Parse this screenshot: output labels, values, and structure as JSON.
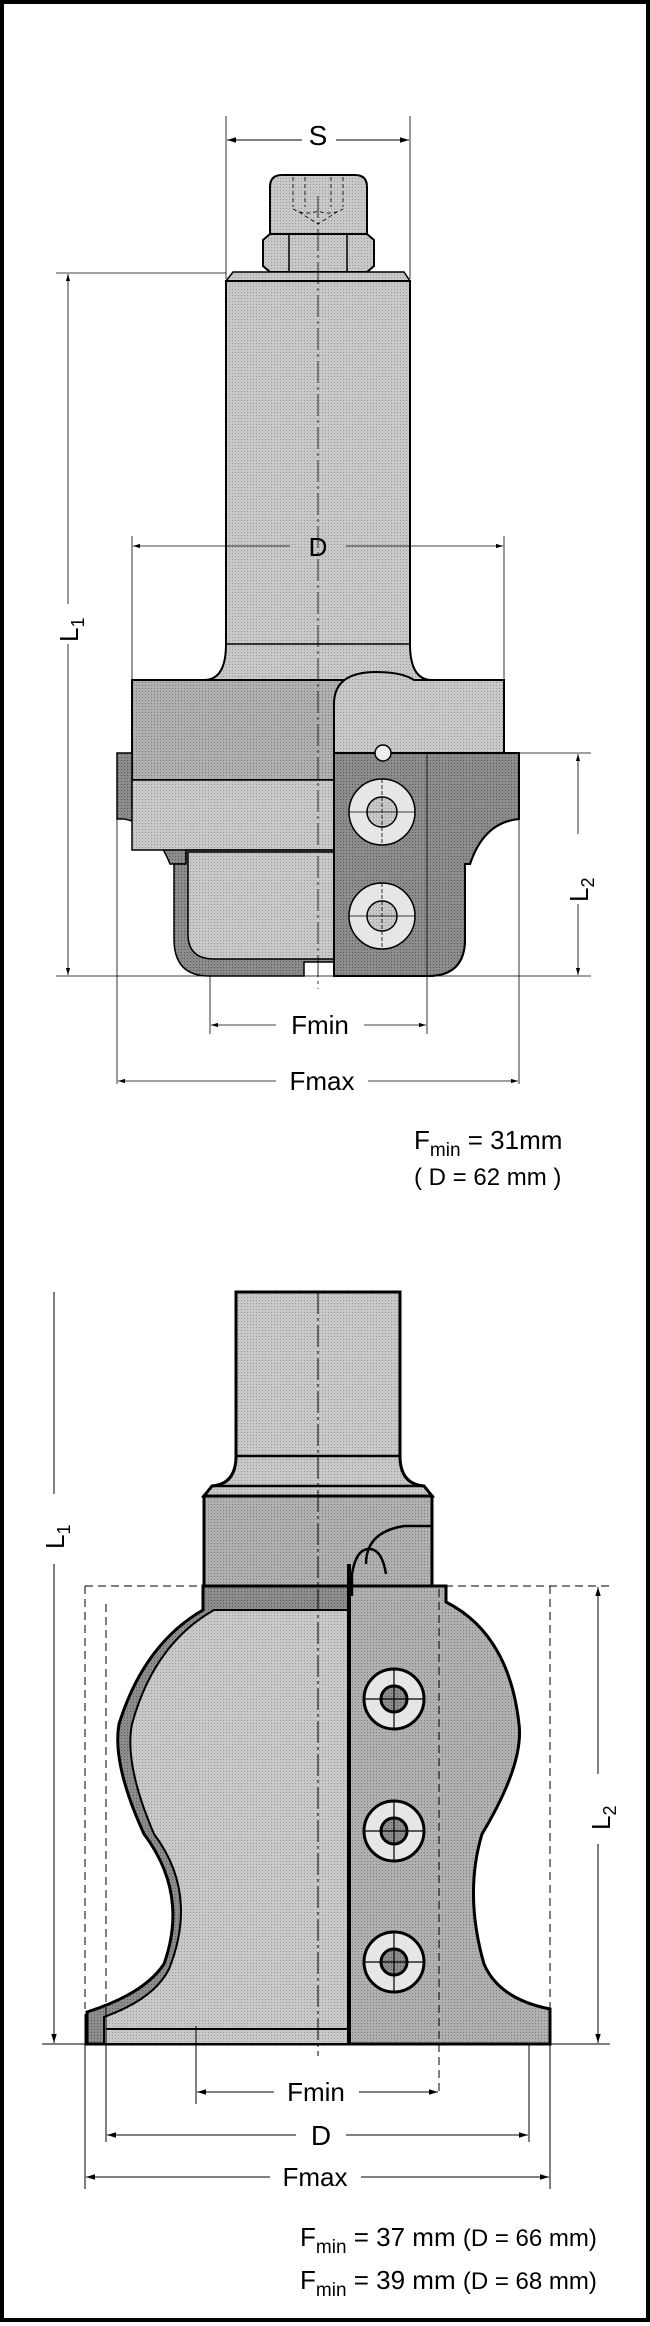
{
  "figure_top": {
    "labels": {
      "shank_diameter": "S",
      "cutting_diameter": "D",
      "total_length": "L",
      "total_length_sub": "1",
      "cutting_length": "L",
      "cutting_length_sub": "2",
      "fmin": "Fmin",
      "fmax": "Fmax"
    },
    "note": {
      "line1_prefix": "F",
      "line1_sub": "min",
      "line1_value": " =  31mm",
      "line2": "( D = 62 mm )"
    }
  },
  "figure_bottom": {
    "labels": {
      "total_length": "L",
      "total_length_sub": "1",
      "cutting_length": "L",
      "cutting_length_sub": "2",
      "fmin": "Fmin",
      "cutting_diameter": "D",
      "fmax": "Fmax"
    },
    "notes": [
      {
        "prefix": "F",
        "sub": "min",
        "value": " = 37 mm ",
        "paren": "(D = 66 mm)"
      },
      {
        "prefix": "F",
        "sub": "min",
        "value": " = 39 mm ",
        "paren": "(D = 68 mm)"
      }
    ]
  },
  "colors": {
    "line": "#000000",
    "body_fill": "#b8b8b8",
    "shank_fill": "#d0d0d0",
    "knife_fill": "#8a8a8a",
    "screw_fill": "#e6e6e6",
    "background": "#ffffff"
  }
}
